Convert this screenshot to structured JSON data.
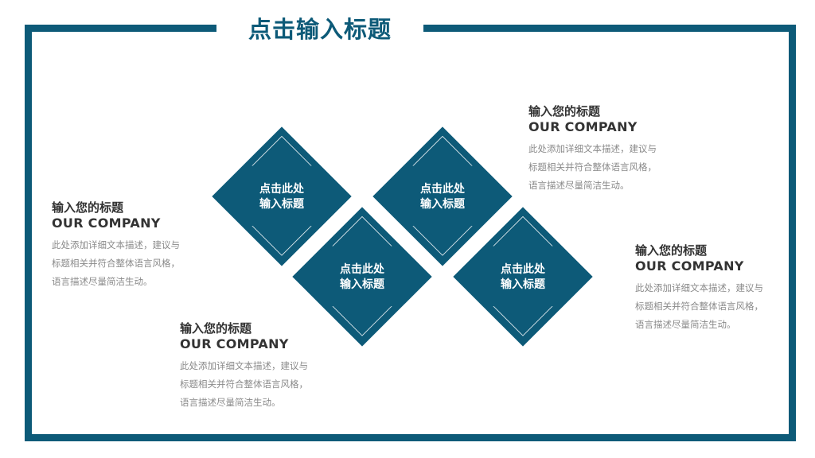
{
  "title": "点击输入标题",
  "diamonds": [
    {
      "line1": "点击此处",
      "line2": "输入标题"
    },
    {
      "line1": "点击此处",
      "line2": "输入标题"
    },
    {
      "line1": "点击此处",
      "line2": "输入标题"
    },
    {
      "line1": "点击此处",
      "line2": "输入标题"
    }
  ],
  "blocks": [
    {
      "heading": "输入您的标题",
      "company": "OUR COMPANY",
      "desc1": "此处添加详细文本描述，建议与",
      "desc2": "标题相关并符合整体语言风格，",
      "desc3": "语言描述尽量简洁生动。"
    },
    {
      "heading": "输入您的标题",
      "company": "OUR COMPANY",
      "desc1": "此处添加详细文本描述，建议与",
      "desc2": "标题相关并符合整体语言风格，",
      "desc3": "语言描述尽量简洁生动。"
    },
    {
      "heading": "输入您的标题",
      "company": "OUR COMPANY",
      "desc1": "此处添加详细文本描述，建议与",
      "desc2": "标题相关并符合整体语言风格，",
      "desc3": "语言描述尽量简洁生动。"
    },
    {
      "heading": "输入您的标题",
      "company": "OUR COMPANY",
      "desc1": "此处添加详细文本描述，建议与",
      "desc2": "标题相关并符合整体语言风格，",
      "desc3": "语言描述尽量简洁生动。"
    }
  ],
  "colors": {
    "accent": "#0d5a78",
    "heading": "#333333",
    "body": "#8a8a8a"
  }
}
